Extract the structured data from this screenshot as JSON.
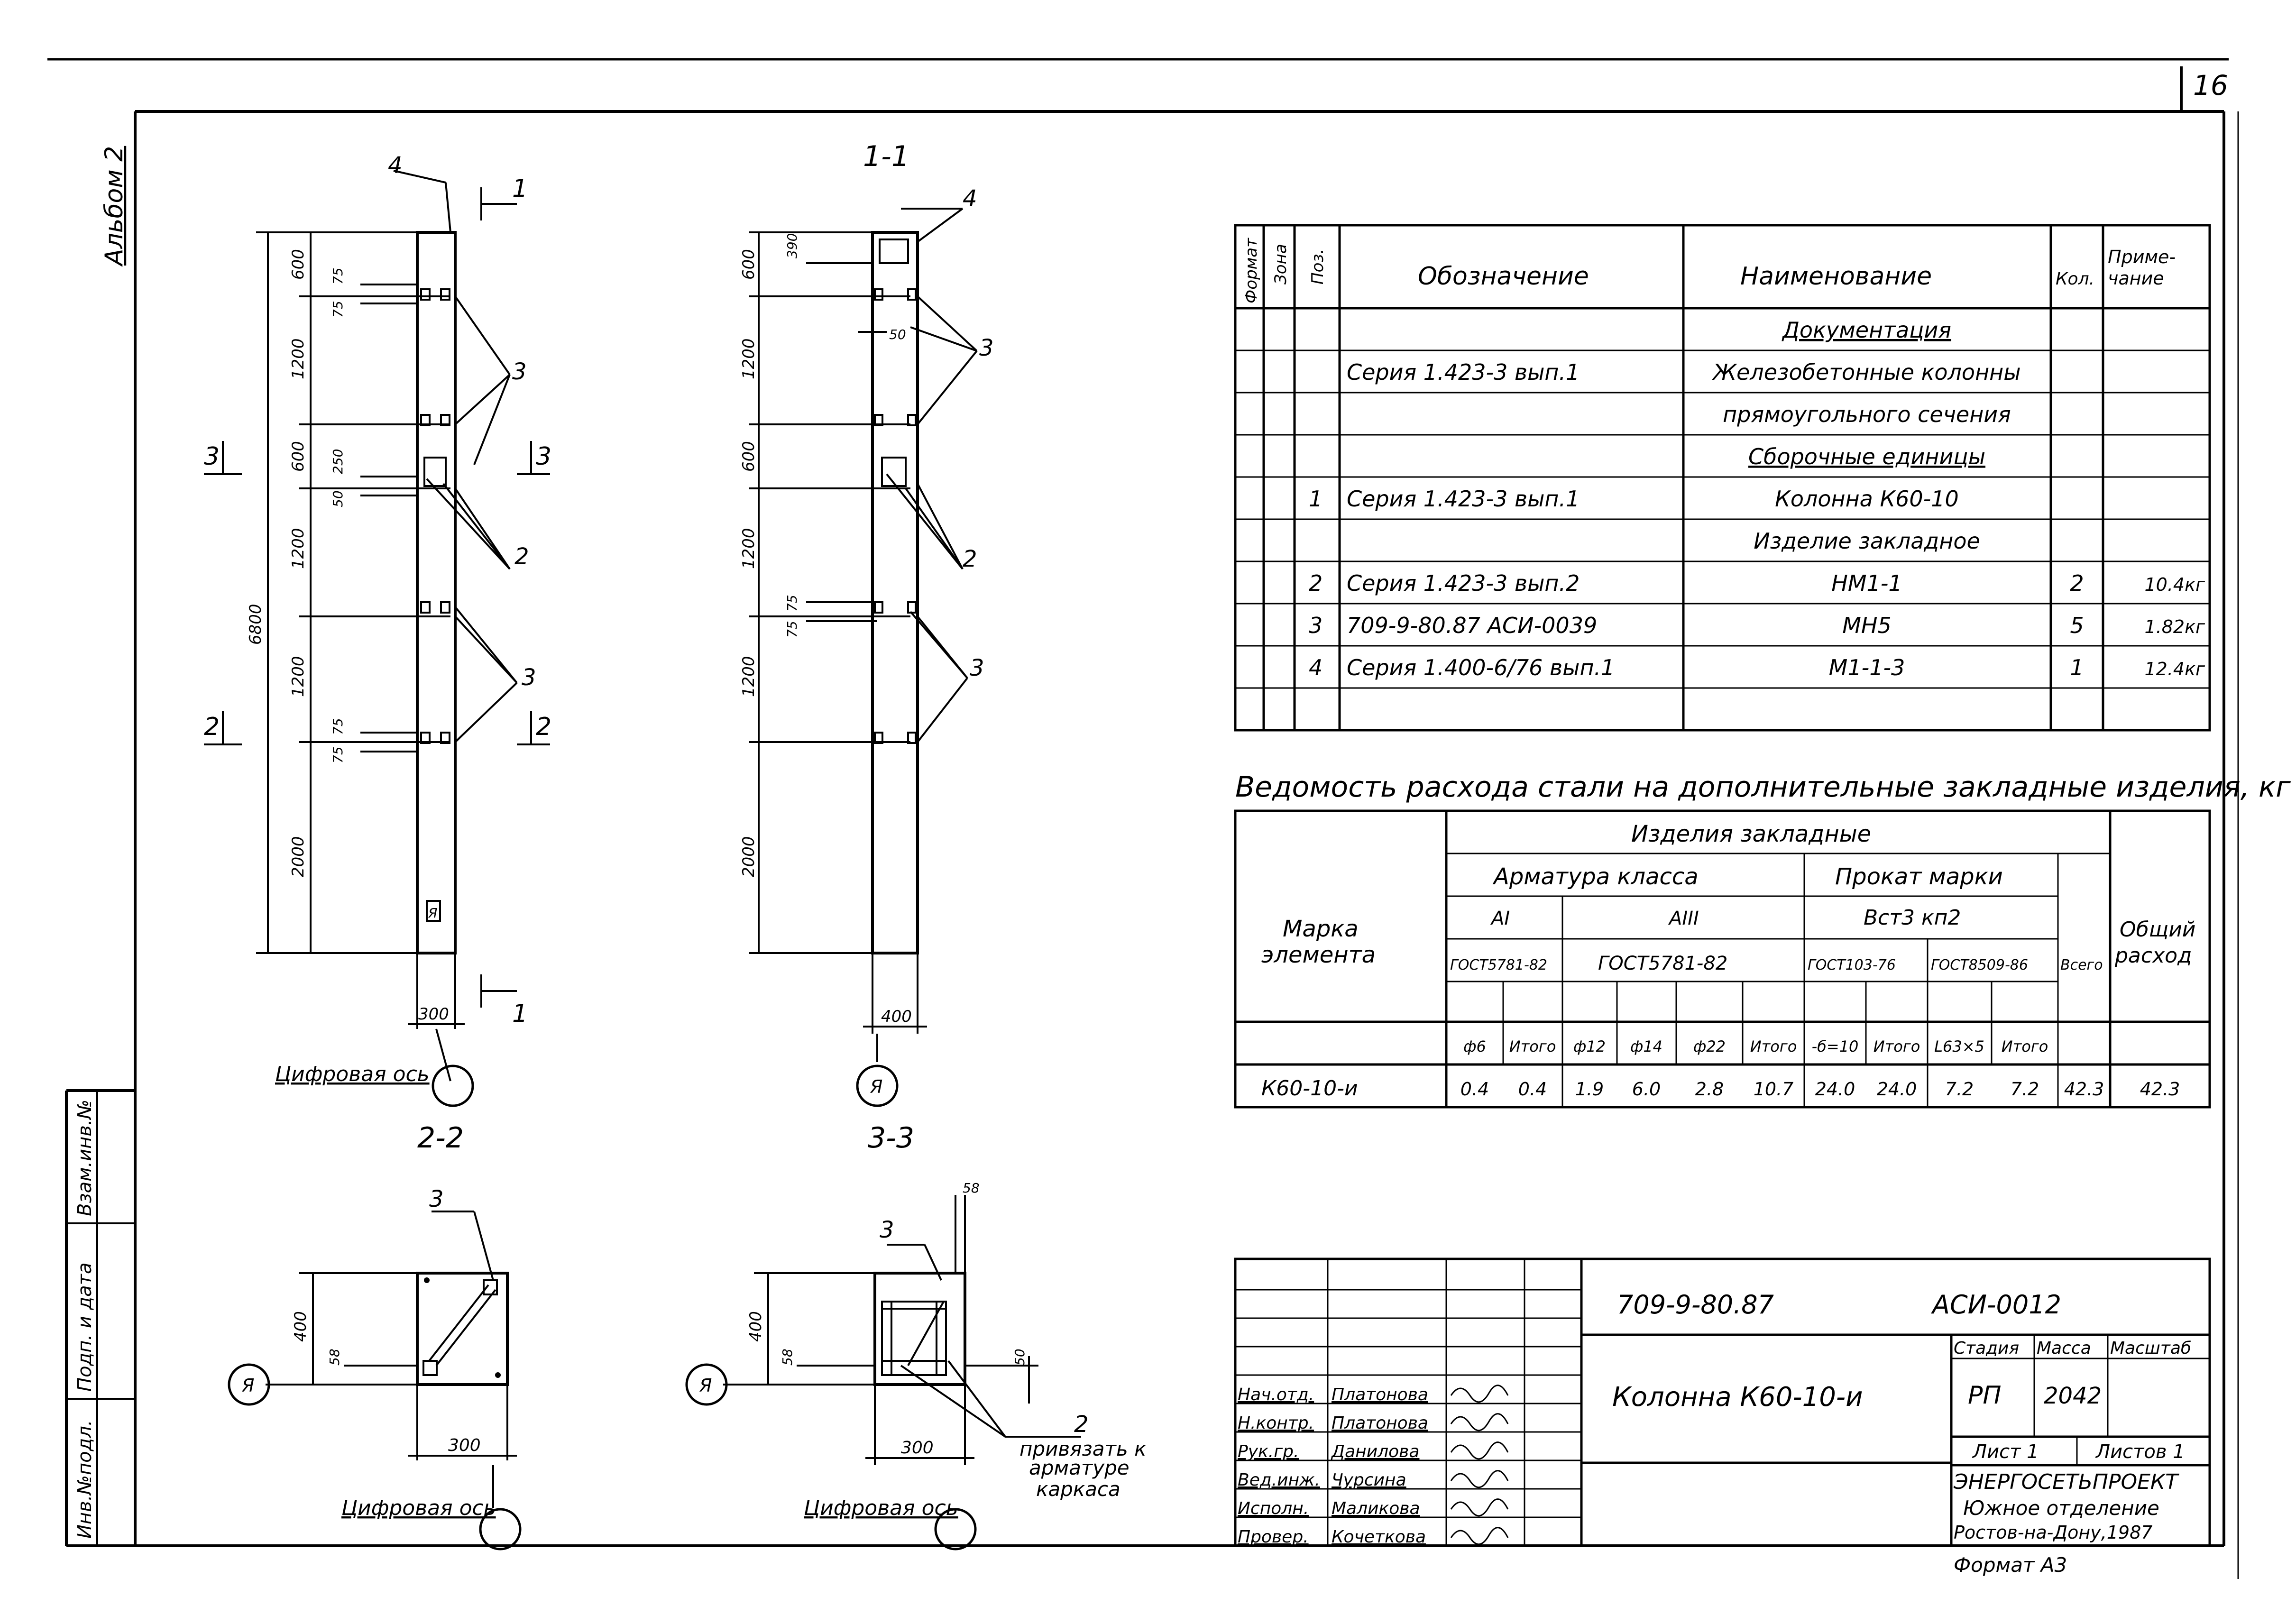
{
  "sheet_number": "16",
  "album_label": "Альбом 2",
  "side_stamp": [
    "Инв.№подл.",
    "Подп. и дата",
    "Взам.инв.№"
  ],
  "views": {
    "elevation": {
      "dims_left": [
        "600",
        "1200",
        "600",
        "1200",
        "1200",
        "2000"
      ],
      "dims_small": [
        "75",
        "75",
        "250",
        "50",
        "75",
        "75"
      ],
      "overall": "6800",
      "width": "300",
      "callouts": [
        "4",
        "3",
        "2",
        "3"
      ],
      "cut_marks": [
        "1",
        "1",
        "3",
        "3",
        "2",
        "2"
      ],
      "axis_label": "Цифровая ось",
      "plate_mark": "Я"
    },
    "section_1_1": {
      "title": "1-1",
      "dims_left": [
        "600",
        "1200",
        "600",
        "1200",
        "1200",
        "2000"
      ],
      "dims_small": [
        "390",
        "50",
        "75",
        "75"
      ],
      "width": "400",
      "callouts": [
        "4",
        "3",
        "2",
        "3"
      ],
      "axis_mark": "Я"
    },
    "section_2_2": {
      "title": "2-2",
      "callout": "3",
      "dim_h": "400",
      "dim_small": "58",
      "dim_w": "300",
      "axis_mark": "Я",
      "axis_label": "Цифровая ось"
    },
    "section_3_3": {
      "title": "3-3",
      "callout_top": "3",
      "dim_top": "58",
      "dim_h": "400",
      "dim_small_left": "58",
      "dim_small_right": "50",
      "dim_w": "300",
      "axis_mark": "Я",
      "axis_label": "Цифровая ось",
      "note_num": "2",
      "note": [
        "привязать к",
        "арматуре",
        "каркаса"
      ]
    }
  },
  "spec_table": {
    "headers": [
      "Формат",
      "Зона",
      "Поз.",
      "Обозначение",
      "Наименование",
      "Кол.",
      "Приме-",
      "чание"
    ],
    "rows": [
      {
        "pos": "",
        "designation": "",
        "name": "Документация",
        "qty": "",
        "note": "",
        "underline": true
      },
      {
        "pos": "",
        "designation": "Серия 1.423-3 вып.1",
        "name": "Железобетонные колонны",
        "qty": "",
        "note": ""
      },
      {
        "pos": "",
        "designation": "",
        "name": "прямоугольного сечения",
        "qty": "",
        "note": ""
      },
      {
        "pos": "",
        "designation": "",
        "name": "Сборочные единицы",
        "qty": "",
        "note": "",
        "underline": true
      },
      {
        "pos": "1",
        "designation": "Серия 1.423-3 вып.1",
        "name": "Колонна   К60-10",
        "qty": "",
        "note": ""
      },
      {
        "pos": "",
        "designation": "",
        "name": "Изделие закладное",
        "qty": "",
        "note": ""
      },
      {
        "pos": "2",
        "designation": "Серия 1.423-3 вып.2",
        "name": "НМ1-1",
        "qty": "2",
        "note": "10.4кг"
      },
      {
        "pos": "3",
        "designation": "709-9-80.87 АСИ-0039",
        "name": "МН5",
        "qty": "5",
        "note": "1.82кг"
      },
      {
        "pos": "4",
        "designation": "Серия 1.400-6/76 вып.1",
        "name": "М1-1-3",
        "qty": "1",
        "note": "12.4кг"
      },
      {
        "pos": "",
        "designation": "",
        "name": "",
        "qty": "",
        "note": ""
      }
    ]
  },
  "steel_table": {
    "title": "Ведомость расхода стали на дополнительные закладные изделия, кг",
    "h_mark": [
      "Марка",
      "элемента"
    ],
    "h_items": "Изделия   закладные",
    "h_rebar": "Арматура  класса",
    "h_rolled": "Прокат  марки",
    "h_a1": "АI",
    "h_a3": "АIII",
    "h_vst": "Вст3 кп2",
    "h_gost1": "ГОСТ5781-82",
    "h_gost2": "ГОСТ5781-82",
    "h_gost3": "ГОСТ103-76",
    "h_gost4": "ГОСТ8509-86",
    "h_total_all": "Всего",
    "h_total": [
      "Общий",
      "расход"
    ],
    "sub": [
      "ф6",
      "Итого",
      "ф12",
      "ф14",
      "ф22",
      "Итого",
      "-б=10",
      "Итого",
      "L63×5",
      "Итого"
    ],
    "row": {
      "mark": "К60-10-и",
      "values": [
        "0.4",
        "0.4",
        "1.9",
        "6.0",
        "2.8",
        "10.7",
        "24.0",
        "24.0",
        "7.2",
        "7.2",
        "42.3",
        "42.3"
      ]
    }
  },
  "title_block": {
    "code": "709-9-80.87",
    "doc": "АСИ-0012",
    "name": "Колонна  К60-10-и",
    "stage_h": "Стадия",
    "mass_h": "Масса",
    "scale_h": "Масштаб",
    "stage": "РП",
    "mass": "2042",
    "sheet": "Лист 1",
    "sheets": "Листов 1",
    "org": "ЭНЕРГОСЕТЬПРОЕКТ",
    "dept": "Южное отделение",
    "city": "Ростов-на-Дону,1987",
    "format": "Формат А3",
    "people": [
      {
        "role": "Нач.отд.",
        "name": "Платонова"
      },
      {
        "role": "Н.контр.",
        "name": "Платонова"
      },
      {
        "role": "Рук.гр.",
        "name": "Данилова"
      },
      {
        "role": "Вед.инж.",
        "name": "Чурсина"
      },
      {
        "role": "Исполн.",
        "name": "Маликова"
      },
      {
        "role": "Провер.",
        "name": "Кочеткова"
      }
    ]
  }
}
